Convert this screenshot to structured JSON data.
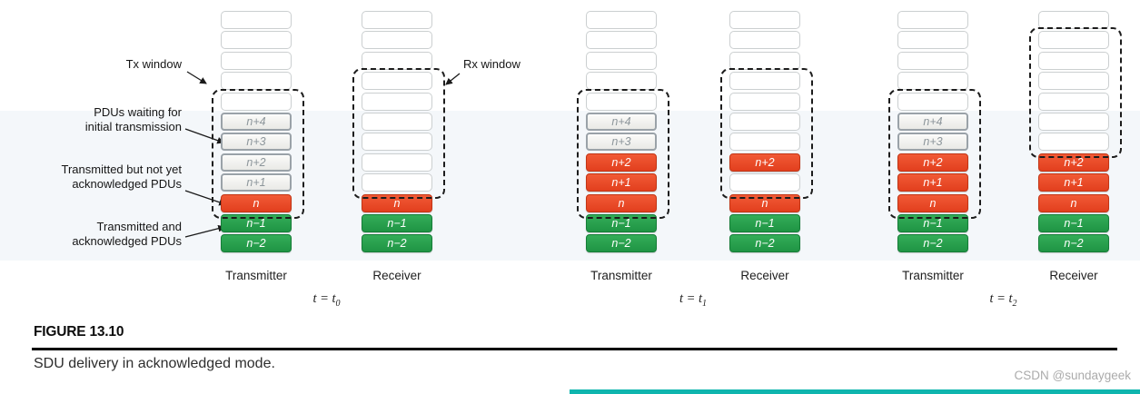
{
  "figure": {
    "heading": "FIGURE 13.10",
    "caption": "SDU delivery in acknowledged mode.",
    "watermark": "CSDN @sundaygeek"
  },
  "legend": {
    "tx_window": "Tx window",
    "rx_window": "Rx window",
    "waiting_line1": "PDUs waiting for",
    "waiting_line2": "initial transmission",
    "unacked_line1": "Transmitted but not yet",
    "unacked_line2": "acknowledged PDUs",
    "acked_line1": "Transmitted and",
    "acked_line2": "acknowledged PDUs"
  },
  "colors": {
    "sent_red": "#e8492c",
    "acked_green": "#2aa34d",
    "waiting_border_gray": "#9aa2a8",
    "band_background": "#f4f7fa",
    "accent_bar_teal": "#0fb5ae"
  },
  "snapshots": [
    {
      "time_main": "t = t",
      "time_sub": "0",
      "transmitter": {
        "label": "Transmitter",
        "window": [
          5,
          10
        ],
        "cells": [
          {
            "state": "empty",
            "label": ""
          },
          {
            "state": "empty",
            "label": ""
          },
          {
            "state": "empty",
            "label": ""
          },
          {
            "state": "empty",
            "label": ""
          },
          {
            "state": "empty",
            "label": ""
          },
          {
            "state": "waiting",
            "label": "n+4"
          },
          {
            "state": "waiting",
            "label": "n+3"
          },
          {
            "state": "waiting",
            "label": "n+2"
          },
          {
            "state": "waiting",
            "label": "n+1"
          },
          {
            "state": "sent",
            "label": "n"
          },
          {
            "state": "acked",
            "label": "n−1"
          },
          {
            "state": "acked",
            "label": "n−2"
          }
        ]
      },
      "receiver": {
        "label": "Receiver",
        "window": [
          4,
          9
        ],
        "cells": [
          {
            "state": "empty",
            "label": ""
          },
          {
            "state": "empty",
            "label": ""
          },
          {
            "state": "empty",
            "label": ""
          },
          {
            "state": "empty",
            "label": ""
          },
          {
            "state": "empty",
            "label": ""
          },
          {
            "state": "empty",
            "label": ""
          },
          {
            "state": "empty",
            "label": ""
          },
          {
            "state": "empty",
            "label": ""
          },
          {
            "state": "empty",
            "label": ""
          },
          {
            "state": "sent",
            "label": "n"
          },
          {
            "state": "acked",
            "label": "n−1"
          },
          {
            "state": "acked",
            "label": "n−2"
          }
        ]
      }
    },
    {
      "time_main": "t = t",
      "time_sub": "1",
      "transmitter": {
        "label": "Transmitter",
        "window": [
          5,
          10
        ],
        "cells": [
          {
            "state": "empty",
            "label": ""
          },
          {
            "state": "empty",
            "label": ""
          },
          {
            "state": "empty",
            "label": ""
          },
          {
            "state": "empty",
            "label": ""
          },
          {
            "state": "empty",
            "label": ""
          },
          {
            "state": "waiting",
            "label": "n+4"
          },
          {
            "state": "waiting",
            "label": "n+3"
          },
          {
            "state": "sent",
            "label": "n+2"
          },
          {
            "state": "sent",
            "label": "n+1"
          },
          {
            "state": "sent",
            "label": "n"
          },
          {
            "state": "acked",
            "label": "n−1"
          },
          {
            "state": "acked",
            "label": "n−2"
          }
        ]
      },
      "receiver": {
        "label": "Receiver",
        "window": [
          4,
          9
        ],
        "cells": [
          {
            "state": "empty",
            "label": ""
          },
          {
            "state": "empty",
            "label": ""
          },
          {
            "state": "empty",
            "label": ""
          },
          {
            "state": "empty",
            "label": ""
          },
          {
            "state": "empty",
            "label": ""
          },
          {
            "state": "empty",
            "label": ""
          },
          {
            "state": "empty",
            "label": ""
          },
          {
            "state": "sent",
            "label": "n+2"
          },
          {
            "state": "empty",
            "label": ""
          },
          {
            "state": "sent",
            "label": "n"
          },
          {
            "state": "acked",
            "label": "n−1"
          },
          {
            "state": "acked",
            "label": "n−2"
          }
        ]
      }
    },
    {
      "time_main": "t = t",
      "time_sub": "2",
      "transmitter": {
        "label": "Transmitter",
        "window": [
          5,
          10
        ],
        "cells": [
          {
            "state": "empty",
            "label": ""
          },
          {
            "state": "empty",
            "label": ""
          },
          {
            "state": "empty",
            "label": ""
          },
          {
            "state": "empty",
            "label": ""
          },
          {
            "state": "empty",
            "label": ""
          },
          {
            "state": "waiting",
            "label": "n+4"
          },
          {
            "state": "waiting",
            "label": "n+3"
          },
          {
            "state": "sent",
            "label": "n+2"
          },
          {
            "state": "sent",
            "label": "n+1"
          },
          {
            "state": "sent",
            "label": "n"
          },
          {
            "state": "acked",
            "label": "n−1"
          },
          {
            "state": "acked",
            "label": "n−2"
          }
        ]
      },
      "receiver": {
        "label": "Receiver",
        "window": [
          2,
          7
        ],
        "cells": [
          {
            "state": "empty",
            "label": ""
          },
          {
            "state": "empty",
            "label": ""
          },
          {
            "state": "empty",
            "label": ""
          },
          {
            "state": "empty",
            "label": ""
          },
          {
            "state": "empty",
            "label": ""
          },
          {
            "state": "empty",
            "label": ""
          },
          {
            "state": "empty",
            "label": ""
          },
          {
            "state": "sent",
            "label": "n+2"
          },
          {
            "state": "sent",
            "label": "n+1"
          },
          {
            "state": "sent",
            "label": "n"
          },
          {
            "state": "acked",
            "label": "n−1"
          },
          {
            "state": "acked",
            "label": "n−2"
          }
        ]
      }
    }
  ]
}
